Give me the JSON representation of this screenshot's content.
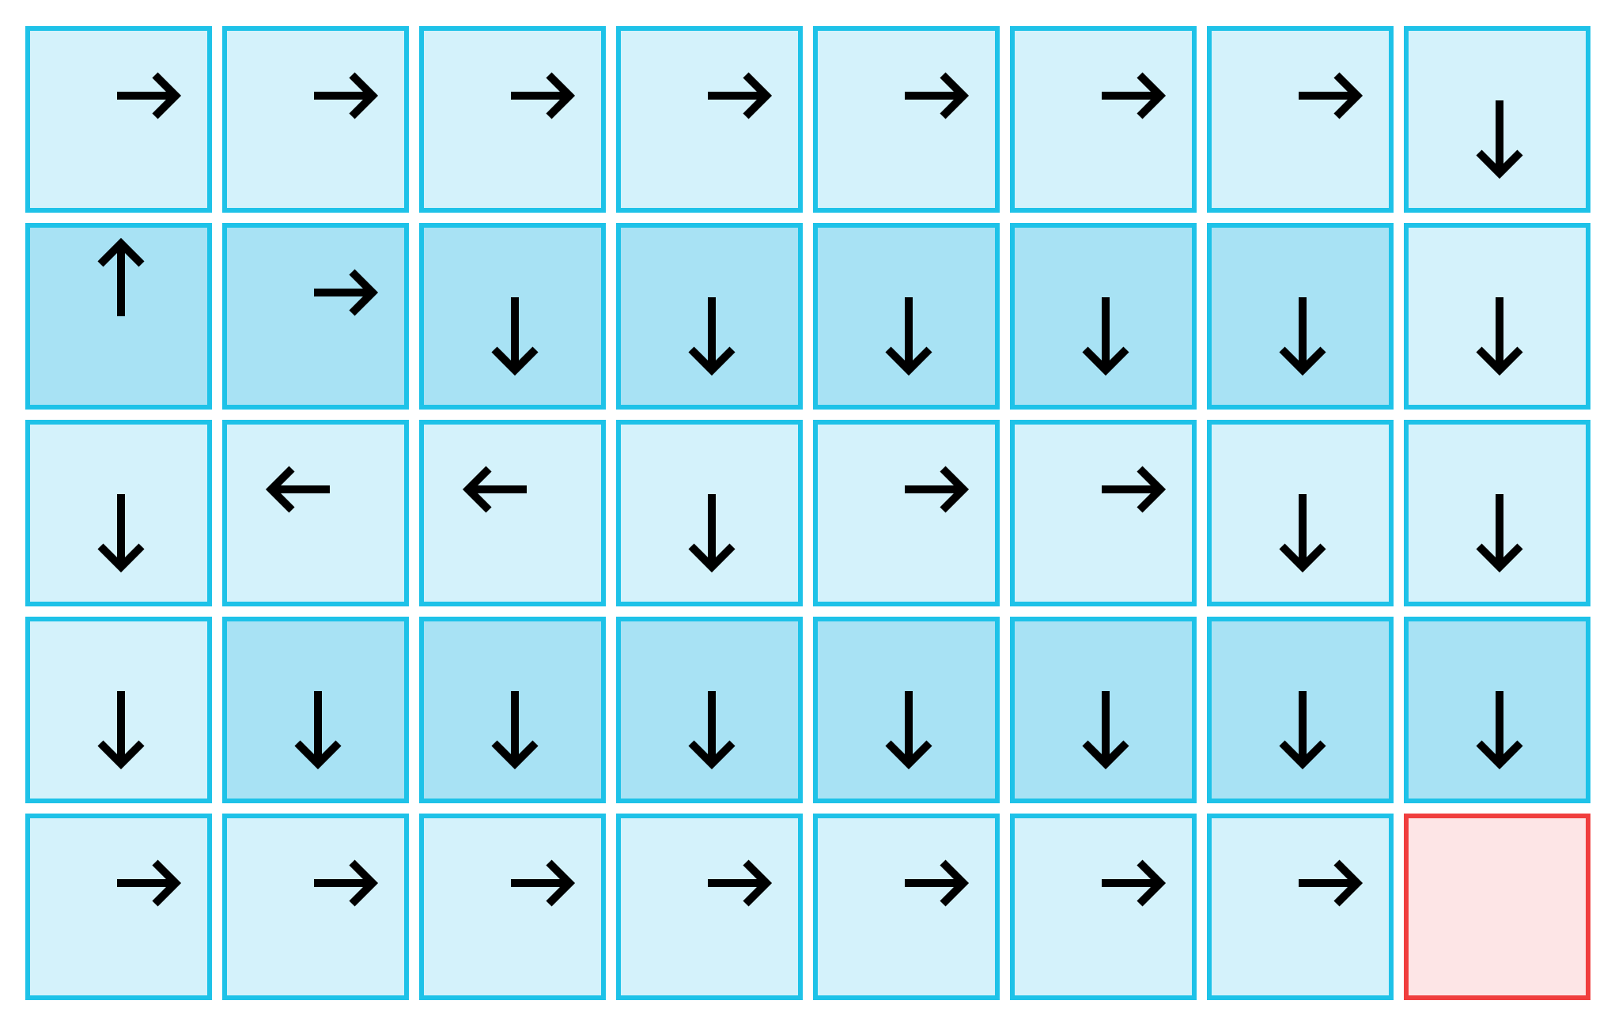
{
  "grid": {
    "rows": 5,
    "cols": 8,
    "colors": {
      "cell_border": "#1ec2e8",
      "cell_fill_light": "#d4f2fb",
      "cell_fill_dark": "#a8e2f4",
      "goal_border": "#f03e3e",
      "goal_fill": "#fde5e6",
      "arrow": "#000000"
    },
    "cells": [
      [
        {
          "icon": "arrow-right-icon",
          "shade": "light"
        },
        {
          "icon": "arrow-right-icon",
          "shade": "light"
        },
        {
          "icon": "arrow-right-icon",
          "shade": "light"
        },
        {
          "icon": "arrow-right-icon",
          "shade": "light"
        },
        {
          "icon": "arrow-right-icon",
          "shade": "light"
        },
        {
          "icon": "arrow-right-icon",
          "shade": "light"
        },
        {
          "icon": "arrow-right-icon",
          "shade": "light"
        },
        {
          "icon": "arrow-down-icon",
          "shade": "light"
        }
      ],
      [
        {
          "icon": "arrow-up-icon",
          "shade": "dark"
        },
        {
          "icon": "arrow-right-icon",
          "shade": "dark"
        },
        {
          "icon": "arrow-down-icon",
          "shade": "dark"
        },
        {
          "icon": "arrow-down-icon",
          "shade": "dark"
        },
        {
          "icon": "arrow-down-icon",
          "shade": "dark"
        },
        {
          "icon": "arrow-down-icon",
          "shade": "dark"
        },
        {
          "icon": "arrow-down-icon",
          "shade": "dark"
        },
        {
          "icon": "arrow-down-icon",
          "shade": "light"
        }
      ],
      [
        {
          "icon": "arrow-down-icon",
          "shade": "light"
        },
        {
          "icon": "arrow-left-icon",
          "shade": "light"
        },
        {
          "icon": "arrow-left-icon",
          "shade": "light"
        },
        {
          "icon": "arrow-down-icon",
          "shade": "light"
        },
        {
          "icon": "arrow-right-icon",
          "shade": "light"
        },
        {
          "icon": "arrow-right-icon",
          "shade": "light"
        },
        {
          "icon": "arrow-down-icon",
          "shade": "light"
        },
        {
          "icon": "arrow-down-icon",
          "shade": "light"
        }
      ],
      [
        {
          "icon": "arrow-down-icon",
          "shade": "light"
        },
        {
          "icon": "arrow-down-icon",
          "shade": "dark"
        },
        {
          "icon": "arrow-down-icon",
          "shade": "dark"
        },
        {
          "icon": "arrow-down-icon",
          "shade": "dark"
        },
        {
          "icon": "arrow-down-icon",
          "shade": "dark"
        },
        {
          "icon": "arrow-down-icon",
          "shade": "dark"
        },
        {
          "icon": "arrow-down-icon",
          "shade": "dark"
        },
        {
          "icon": "arrow-down-icon",
          "shade": "dark"
        }
      ],
      [
        {
          "icon": "arrow-right-icon",
          "shade": "light"
        },
        {
          "icon": "arrow-right-icon",
          "shade": "light"
        },
        {
          "icon": "arrow-right-icon",
          "shade": "light"
        },
        {
          "icon": "arrow-right-icon",
          "shade": "light"
        },
        {
          "icon": "arrow-right-icon",
          "shade": "light"
        },
        {
          "icon": "arrow-right-icon",
          "shade": "light"
        },
        {
          "icon": "arrow-right-icon",
          "shade": "light"
        },
        {
          "icon": "none",
          "shade": "goal"
        }
      ]
    ]
  }
}
